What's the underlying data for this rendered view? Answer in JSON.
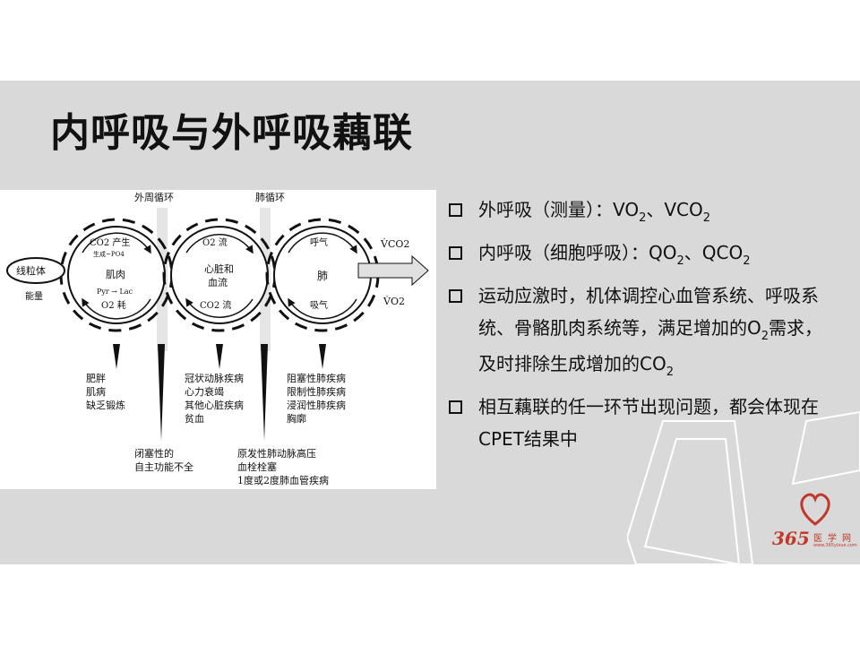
{
  "slide": {
    "title": "内呼吸与外呼吸藕联"
  },
  "figure": {
    "top_labels": [
      "外周循环",
      "肺循环"
    ],
    "left_label_box": "线粒体",
    "left_label_energy": "能量",
    "gear1": {
      "top_arc": "CO2 产生",
      "sub": "生成~PO4",
      "center": "肌肉",
      "bottom_small": "Pyr → Lac",
      "bottom_arc": "O2 耗"
    },
    "gear2": {
      "top_arc": "O2 流",
      "center1": "心脏和",
      "center2": "血流",
      "bottom_arc": "CO2 流"
    },
    "gear3": {
      "top_arc": "呼气",
      "center": "肺",
      "bottom_arc": "吸气"
    },
    "vco2": "V̇CO2",
    "vo2": "V̇O2",
    "list_left": [
      "肥胖",
      "肌病",
      "缺乏锻炼"
    ],
    "list_mid": [
      "冠状动脉疾病",
      "心力衰竭",
      "其他心脏疾病",
      "贫血"
    ],
    "list_right": [
      "阻塞性肺疾病",
      "限制性肺疾病",
      "浸润性肺疾病",
      "胸廓"
    ],
    "list_bottom_left": [
      "闭塞性的",
      "自主功能不全"
    ],
    "list_bottom_right": [
      "原发性肺动脉高压",
      "血栓栓塞",
      "1度或2度肺血管疾病"
    ]
  },
  "bullets": [
    {
      "text": "外呼吸（测量）：VO",
      "sub": "2",
      "text2": "、VCO",
      "sub2": "2"
    },
    {
      "text": "内呼吸（细胞呼吸）：QO",
      "sub": "2",
      "text2": "、QCO",
      "sub2": "2"
    },
    {
      "text": "运动应激时，机体调控心血管系统、呼吸系统、骨骼肌肉系统等，满足增加的O",
      "sub": "2",
      "text2": "需求，及时排除生成增加的CO",
      "sub2": "2"
    },
    {
      "text": "相互藕联的任一环节出现问题，都会体现在CPET结果中",
      "sub": "",
      "text2": "",
      "sub2": ""
    }
  ],
  "logo": {
    "number": "365",
    "name": "医学网",
    "url": "www.365yixue.com"
  },
  "colors": {
    "band": "#d9d9d9",
    "title": "#111111",
    "logo_red": "#c0392b"
  }
}
